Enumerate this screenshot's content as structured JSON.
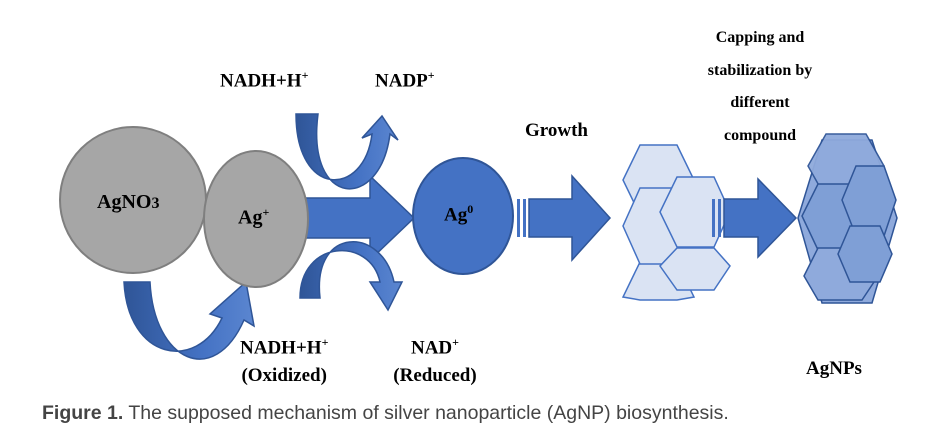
{
  "colors": {
    "gray_fill": "#a6a6a6",
    "gray_stroke": "#7f7f7f",
    "blue_main": "#4472c4",
    "blue_dark": "#2f5597",
    "hex_light": "#dae3f3",
    "hex_mid": "#8faadc",
    "caption": "#444444"
  },
  "nodes": {
    "agno3": {
      "label_main": "AgNO",
      "label_sub": "3"
    },
    "ag_ion": {
      "label_main": "Ag",
      "label_sup": "+"
    },
    "ag0": {
      "label_main": "Ag",
      "label_sup": "0"
    }
  },
  "cofactors": {
    "top_in": {
      "main": "NADH+H",
      "sup": "+"
    },
    "top_out": {
      "main": "NADP",
      "sup": "+"
    },
    "bottom_in": {
      "main": "NADH+H",
      "sup": "+",
      "note": "(Oxidized)"
    },
    "bottom_out": {
      "main": "NAD",
      "sup": "+",
      "note": "(Reduced)"
    }
  },
  "stages": {
    "growth": "Growth",
    "capping_lines": [
      "Capping and",
      "stabilization by",
      "different",
      "compound"
    ],
    "product": "AgNPs"
  },
  "caption": {
    "prefix": "Figure 1.",
    "text": " The supposed mechanism of silver nanoparticle (AgNP) biosynthesis."
  }
}
